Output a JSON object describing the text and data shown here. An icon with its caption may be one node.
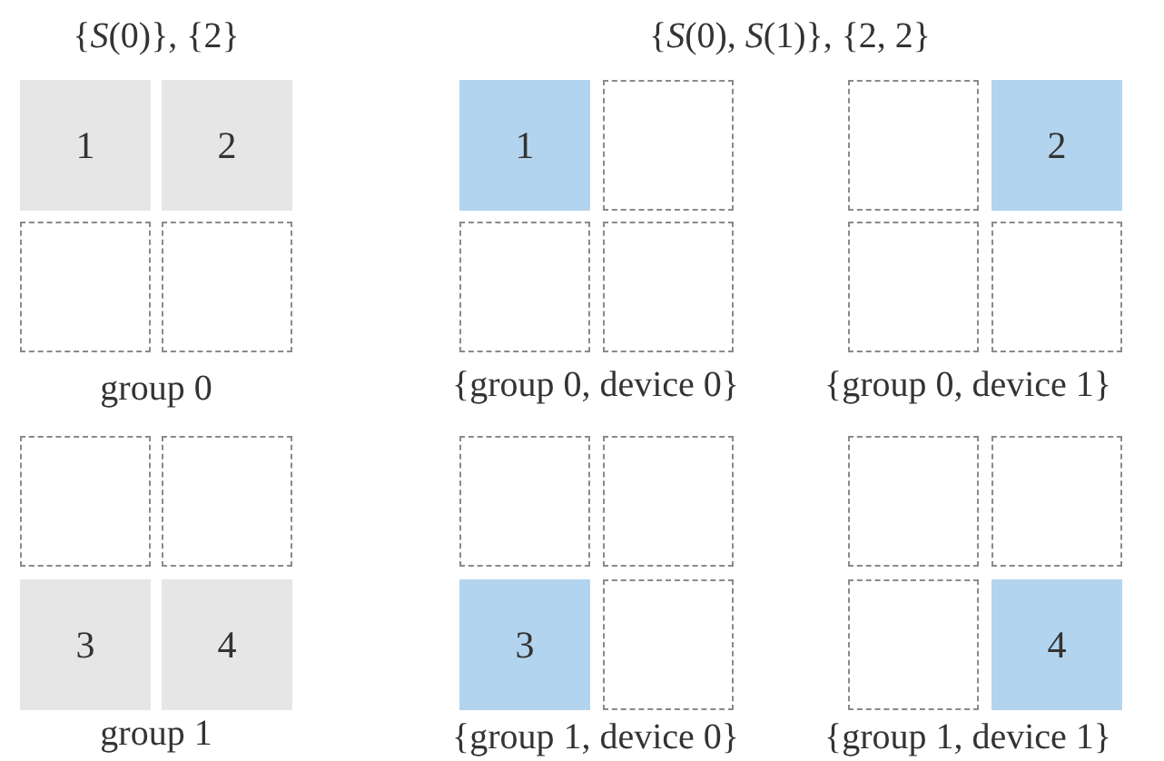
{
  "diagram": {
    "nodes": [
      {
        "text": [
          "1"
        ]
      },
      {
        "text": [
          "2"
        ]
      },
      {
        "text": [],
        "shape": "box"
      },
      {
        "text": [],
        "shape": "box"
      },
      {
        "text": [
          "1"
        ]
      },
      {
        "text": [],
        "shape": "box"
      },
      {
        "text": [],
        "shape": "box"
      },
      {
        "text": [],
        "shape": "box"
      },
      {
        "text": [],
        "shape": "box"
      },
      {
        "text": [
          "2"
        ]
      },
      {
        "text": [],
        "shape": "box"
      },
      {
        "text": [],
        "shape": "box"
      },
      {
        "text": [],
        "shape": "box"
      },
      {
        "text": [],
        "shape": "box"
      },
      {
        "text": [
          "3"
        ]
      },
      {
        "text": [
          "4"
        ]
      },
      {
        "text": [],
        "shape": "box"
      },
      {
        "text": [],
        "shape": "box"
      },
      {
        "text": [
          "3"
        ]
      },
      {
        "text": [],
        "shape": "box"
      },
      {
        "text": [],
        "shape": "box"
      },
      {
        "text": [],
        "shape": "box"
      },
      {
        "text": [],
        "shape": "box"
      },
      {
        "text": [
          "4"
        ]
      }
    ],
    "labels": [
      "{*S*(0)}, {2}",
      "{*S*(0), *S*(1)}, {2, 2}",
      "group 0",
      "{group 0, device 0}",
      "{group 0, device 1}",
      "group 1",
      "{group 1, device 0}",
      "{group 1, device 1}"
    ]
  }
}
